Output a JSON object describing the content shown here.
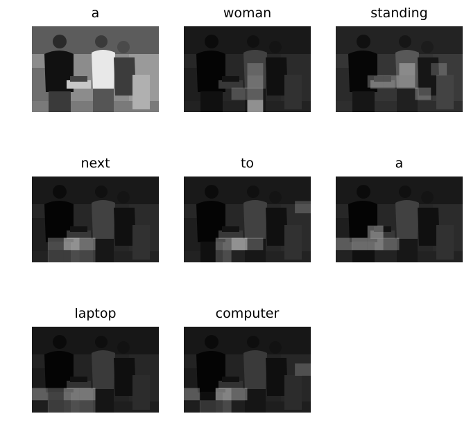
{
  "figure": {
    "panels": [
      {
        "word": "a"
      },
      {
        "word": "woman"
      },
      {
        "word": "standing"
      },
      {
        "word": "next"
      },
      {
        "word": "to"
      },
      {
        "word": "a"
      },
      {
        "word": "laptop"
      },
      {
        "word": "computer"
      }
    ]
  }
}
